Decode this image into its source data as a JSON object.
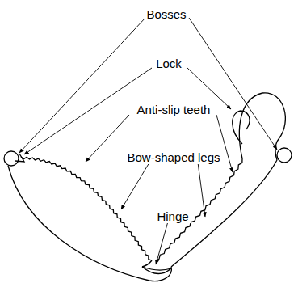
{
  "diagram": {
    "labels": [
      "Bosses",
      "Lock",
      "Anti-slip teeth",
      "Bow-shaped legs",
      "Hinge"
    ]
  }
}
